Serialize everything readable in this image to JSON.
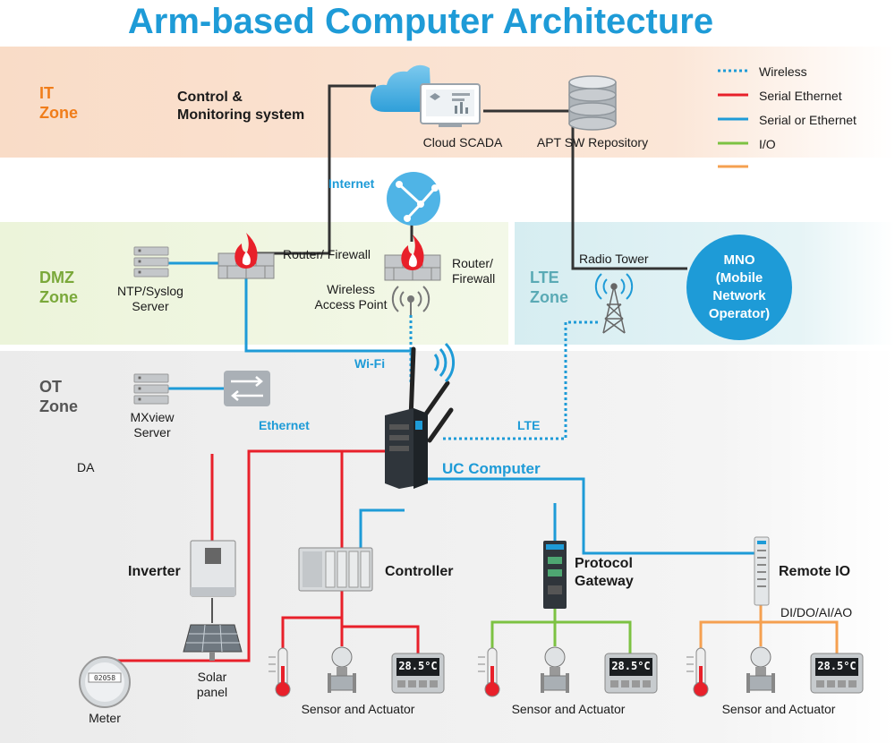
{
  "title": "Arm-based Computer Architecture",
  "zones": {
    "it": {
      "line1": "IT",
      "line2": "Zone"
    },
    "dmz": {
      "line1": "DMZ",
      "line2": "Zone"
    },
    "lte": {
      "line1": "LTE",
      "line2": "Zone"
    },
    "ot": {
      "line1": "OT",
      "line2": "Zone"
    }
  },
  "legend": [
    {
      "label": "Wireless",
      "color": "#1e9bd7",
      "style": "dotted"
    },
    {
      "label": "Serial Ethernet",
      "color": "#e8202a",
      "style": "solid"
    },
    {
      "label": "Serial or Ethernet",
      "color": "#1e9bd7",
      "style": "solid"
    },
    {
      "label": "I/O",
      "color": "#7cc242",
      "style": "solid"
    },
    {
      "label": "",
      "color": "#f5a050",
      "style": "solid"
    }
  ],
  "labels": {
    "control_line1": "Control &",
    "control_line2": "Monitoring system",
    "cloud_scada": "Cloud SCADA",
    "apt_repo": "APT SW Repository",
    "internet": "Internet",
    "ntp_line1": "NTP/Syslog",
    "ntp_line2": "Server",
    "router_firewall_1": "Router/ Firewall",
    "router_line1": "Router/",
    "router_line2": "Firewall",
    "wap_line1": "Wireless",
    "wap_line2": "Access Point",
    "radio_tower": "Radio Tower",
    "mno_line1": "MNO",
    "mno_line2": "(Mobile",
    "mno_line3": "Network",
    "mno_line4": "Operator)",
    "wifi": "Wi-Fi",
    "mxview_line1": "MXview",
    "mxview_line2": "Server",
    "ethernet": "Ethernet",
    "lte": "LTE",
    "uc_computer": "UC Computer",
    "da": "DA",
    "inverter": "Inverter",
    "controller": "Controller",
    "protocol_line1": "Protocol",
    "protocol_line2": "Gateway",
    "remote_io": "Remote IO",
    "dido": "DI/DO/AI/AO",
    "solar_line1": "Solar",
    "solar_line2": "panel",
    "meter": "Meter",
    "sensor_1": "Sensor and Actuator",
    "sensor_2": "Sensor and Actuator",
    "sensor_3": "Sensor and Actuator"
  },
  "display_readings": [
    "28.5°C",
    "28.5°C",
    "28.5°C"
  ],
  "meter_reading": "02058",
  "colors": {
    "accent": "#1e9bd7",
    "it_zone": "#fae1cf",
    "dmz_zone": "#eef5dd",
    "lte_zone": "#dff0f3",
    "ot_zone": "#efefef",
    "serial_ethernet": "#e8202a",
    "io": "#7cc242",
    "orange": "#f5a050",
    "internet_link": "#333333"
  }
}
